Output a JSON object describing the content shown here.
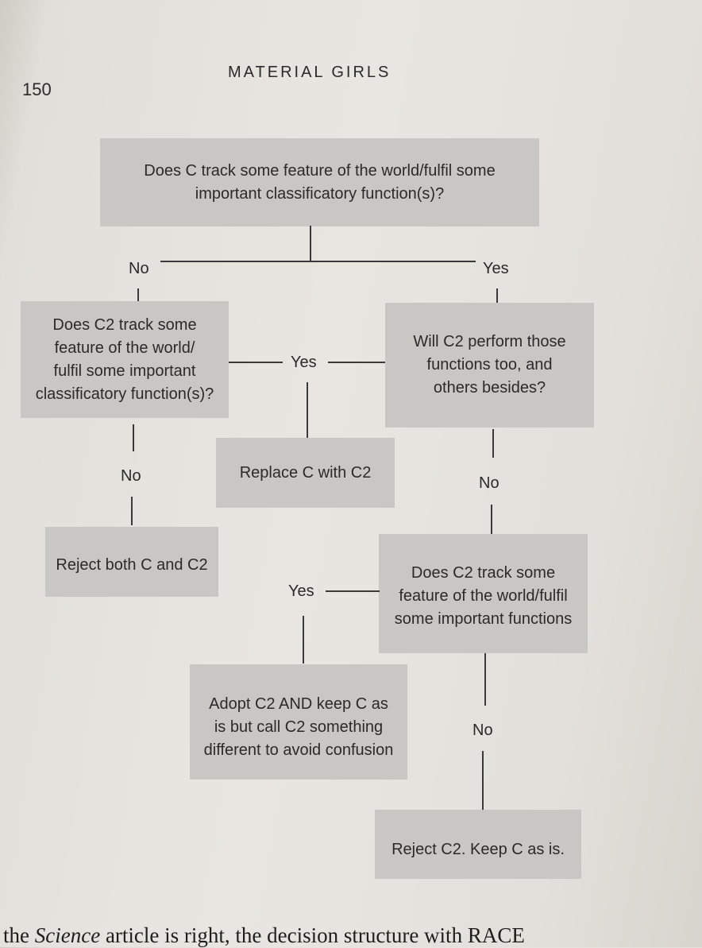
{
  "page": {
    "number": "150",
    "running_head": "MATERIAL GIRLS"
  },
  "flowchart": {
    "q1": {
      "line1": "Does C track some feature of the world/fulfil some",
      "line2": "important classificatory function(s)?"
    },
    "q1_no": "No",
    "q1_yes": "Yes",
    "q2_left": {
      "line1": "Does C2 track some",
      "line2": "feature of the world/",
      "line3": "fulfil some important",
      "line4": "classificatory function(s)?"
    },
    "q2_left_yes": "Yes",
    "q2_left_no": "No",
    "q2_right": {
      "line1": "Will C2 perform those",
      "line2": "functions too, and",
      "line3": "others besides?"
    },
    "q2_right_no": "No",
    "replace": "Replace C with C2",
    "reject_both": "Reject both C and C2",
    "q3": {
      "line1": "Does C2 track some",
      "line2": "feature of the world/fulfil",
      "line3": "some important functions"
    },
    "q3_yes": "Yes",
    "q3_no": "No",
    "adopt": {
      "line1": "Adopt C2 AND keep C as",
      "line2": "is but call C2 something",
      "line3": "different to avoid confusion"
    },
    "reject_c2": "Reject C2. Keep C as is."
  },
  "footer": {
    "prefix": "the ",
    "italic": "Science",
    "suffix": " article is right, the decision structure with RACE"
  }
}
